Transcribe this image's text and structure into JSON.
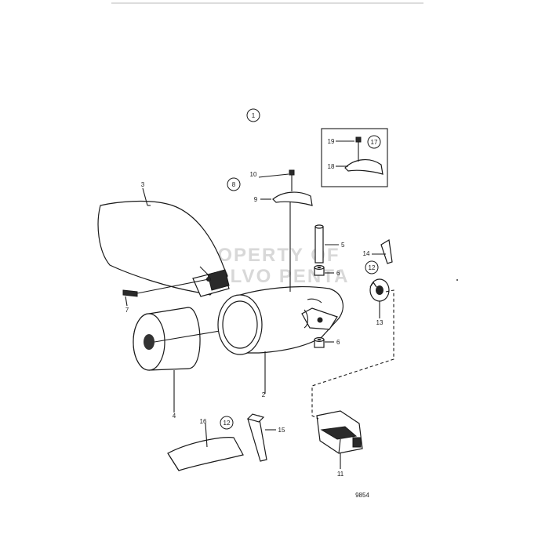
{
  "callouts": [
    {
      "id": "1",
      "circled": true
    },
    {
      "id": "2",
      "circled": false
    },
    {
      "id": "3",
      "circled": false
    },
    {
      "id": "4",
      "circled": false
    },
    {
      "id": "5",
      "circled": false
    },
    {
      "id": "6",
      "circled": false
    },
    {
      "id": "7",
      "circled": false
    },
    {
      "id": "8",
      "circled": true
    },
    {
      "id": "9",
      "circled": false
    },
    {
      "id": "10",
      "circled": false
    },
    {
      "id": "11",
      "circled": false
    },
    {
      "id": "12",
      "circled": true
    },
    {
      "id": "13",
      "circled": false
    },
    {
      "id": "14",
      "circled": false
    },
    {
      "id": "15",
      "circled": false
    },
    {
      "id": "16",
      "circled": false
    },
    {
      "id": "17",
      "circled": true
    },
    {
      "id": "18",
      "circled": false
    },
    {
      "id": "19",
      "circled": false
    }
  ],
  "labels": {
    "c1": "1",
    "c2": "2",
    "c3": "3",
    "c4": "4",
    "c5": "5",
    "c6a": "6",
    "c6b": "6",
    "c7": "7",
    "c8": "8",
    "c9": "9",
    "c10": "10",
    "c11": "11",
    "c12a": "12",
    "c12b": "12",
    "c13": "13",
    "c14": "14",
    "c15": "15",
    "c16": "16",
    "c17": "17",
    "c18": "18",
    "c19": "19"
  },
  "watermark": {
    "line1": "PROPERTY OF",
    "line2": "VOLVO PENTA"
  },
  "figure_number": "9854"
}
